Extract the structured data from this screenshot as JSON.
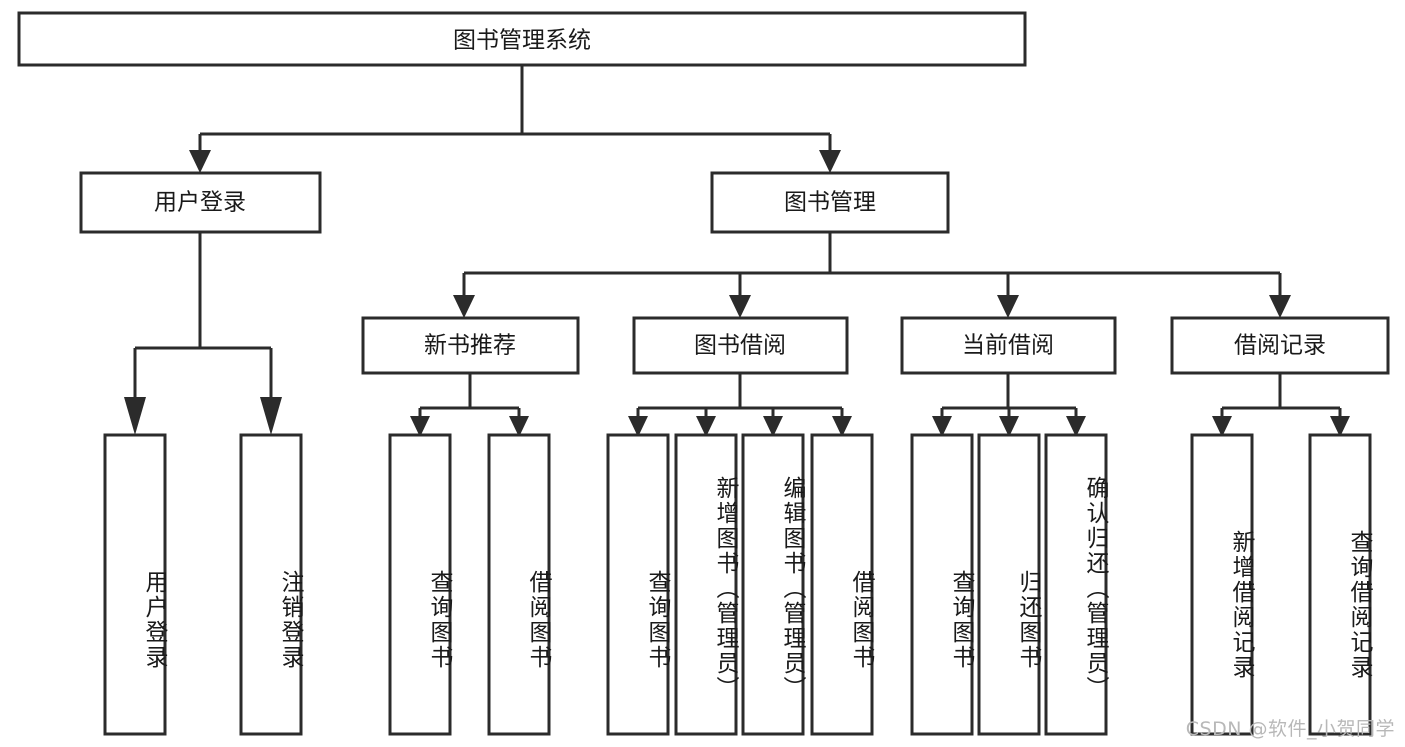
{
  "diagram": {
    "type": "tree",
    "title": "图书管理系统",
    "watermark": "CSDN @软件_小贺同学",
    "colors": {
      "box_stroke": "#2b2b2b",
      "box_fill": "#ffffff",
      "text": "#1a1a1a",
      "background": "#ffffff",
      "watermark": "#b8b8b8"
    },
    "nodes": {
      "root": {
        "label": "图书管理系统",
        "level": 0,
        "orientation": "horizontal"
      },
      "l1_0": {
        "label": "用户登录",
        "level": 1,
        "orientation": "horizontal"
      },
      "l1_1": {
        "label": "图书管理",
        "level": 1,
        "orientation": "horizontal"
      },
      "l2_0": {
        "label": "新书推荐",
        "level": 2,
        "orientation": "horizontal"
      },
      "l2_1": {
        "label": "图书借阅",
        "level": 2,
        "orientation": "horizontal"
      },
      "l2_2": {
        "label": "当前借阅",
        "level": 2,
        "orientation": "horizontal"
      },
      "l2_3": {
        "label": "借阅记录",
        "level": 2,
        "orientation": "horizontal"
      },
      "leaf_0": {
        "label": "用户登录",
        "level": 3,
        "orientation": "vertical"
      },
      "leaf_1": {
        "label": "注销登录",
        "level": 3,
        "orientation": "vertical"
      },
      "leaf_2": {
        "label": "查询图书",
        "level": 3,
        "orientation": "vertical"
      },
      "leaf_3": {
        "label": "借阅图书",
        "level": 3,
        "orientation": "vertical"
      },
      "leaf_4": {
        "label": "查询图书",
        "level": 3,
        "orientation": "vertical"
      },
      "leaf_5": {
        "label": "新增图书（管理员）",
        "level": 3,
        "orientation": "vertical"
      },
      "leaf_6": {
        "label": "编辑图书（管理员）",
        "level": 3,
        "orientation": "vertical"
      },
      "leaf_7": {
        "label": "借阅图书",
        "level": 3,
        "orientation": "vertical"
      },
      "leaf_8": {
        "label": "查询图书",
        "level": 3,
        "orientation": "vertical"
      },
      "leaf_9": {
        "label": "归还图书",
        "level": 3,
        "orientation": "vertical"
      },
      "leaf_10": {
        "label": "确认归还（管理员）",
        "level": 3,
        "orientation": "vertical"
      },
      "leaf_11": {
        "label": "新增借阅记录",
        "level": 3,
        "orientation": "vertical"
      },
      "leaf_12": {
        "label": "查询借阅记录",
        "level": 3,
        "orientation": "vertical"
      }
    },
    "edges": [
      {
        "from": "root",
        "to": "l1_0"
      },
      {
        "from": "root",
        "to": "l1_1"
      },
      {
        "from": "l1_1",
        "to": "l2_0"
      },
      {
        "from": "l1_1",
        "to": "l2_1"
      },
      {
        "from": "l1_1",
        "to": "l2_2"
      },
      {
        "from": "l1_1",
        "to": "l2_3"
      },
      {
        "from": "l1_0",
        "to": "leaf_0"
      },
      {
        "from": "l1_0",
        "to": "leaf_1"
      },
      {
        "from": "l2_0",
        "to": "leaf_2"
      },
      {
        "from": "l2_0",
        "to": "leaf_3"
      },
      {
        "from": "l2_1",
        "to": "leaf_4"
      },
      {
        "from": "l2_1",
        "to": "leaf_5"
      },
      {
        "from": "l2_1",
        "to": "leaf_6"
      },
      {
        "from": "l2_1",
        "to": "leaf_7"
      },
      {
        "from": "l2_2",
        "to": "leaf_8"
      },
      {
        "from": "l2_2",
        "to": "leaf_9"
      },
      {
        "from": "l2_2",
        "to": "leaf_10"
      },
      {
        "from": "l2_3",
        "to": "leaf_11"
      },
      {
        "from": "l2_3",
        "to": "leaf_12"
      }
    ]
  }
}
